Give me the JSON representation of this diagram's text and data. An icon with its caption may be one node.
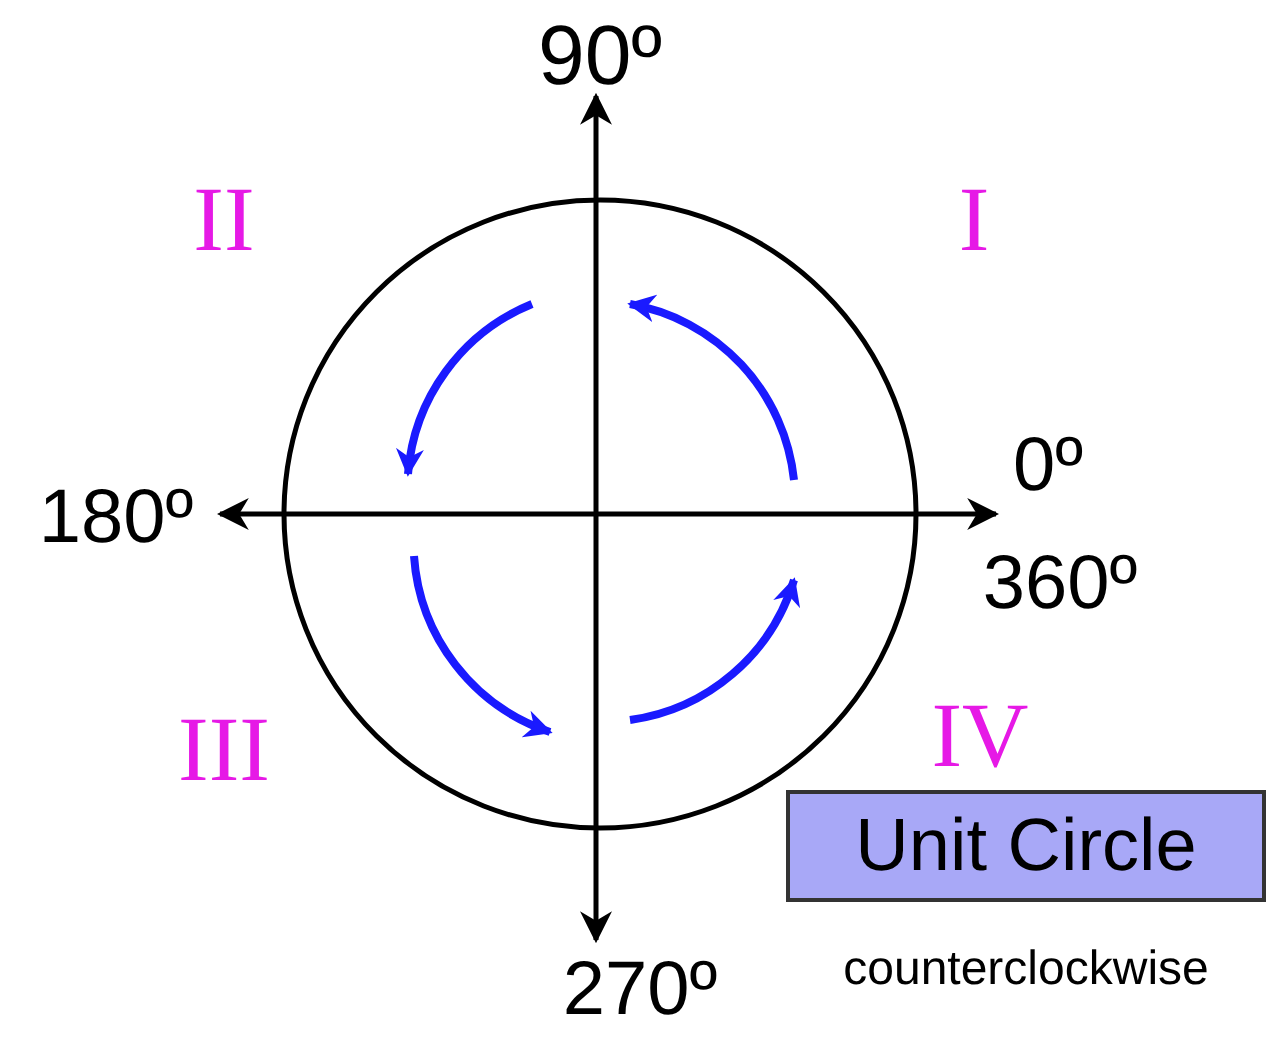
{
  "diagram": {
    "nodes": [
      {
        "text": [
          "Unit Circle"
        ],
        "beside": [
          "counterclockwise"
        ]
      }
    ],
    "labels": [
      "90º",
      "II",
      "I",
      "0º",
      "180º",
      "360º",
      "III",
      "IV",
      "270º"
    ]
  }
}
